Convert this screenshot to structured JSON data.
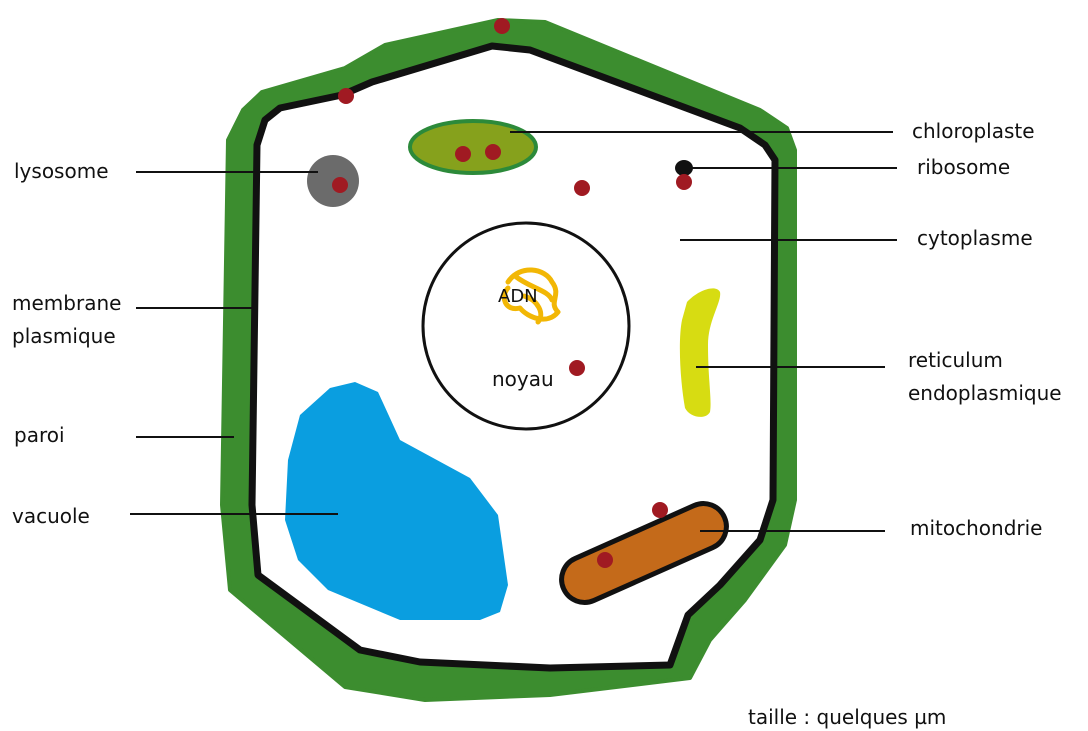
{
  "labels": {
    "lysosome": "lysosome",
    "membrane_line1": "membrane",
    "membrane_line2": "plasmique",
    "paroi": "paroi",
    "vacuole": "vacuole",
    "chloroplaste": "chloroplaste",
    "ribosome": "ribosome",
    "cytoplasme": "cytoplasme",
    "reticulum_line1": "reticulum",
    "reticulum_line2": "endoplasmique",
    "mitochondrie": "mitochondrie",
    "noyau": "noyau",
    "adn": "ADN",
    "taille": "taille : quelques µm"
  },
  "colors": {
    "cell_wall": "#3c8d2f",
    "membrane": "#111111",
    "cytoplasm": "#ffffff",
    "chloroplast_fill": "#86a11c",
    "chloroplast_border": "#2c8a3a",
    "lysosome": "#6b6b6b",
    "ribosome": "#a01a22",
    "vacuole": "#0a9ee0",
    "reticulum": "#d7dc12",
    "mitochondria": "#c46a1a",
    "dna": "#f2b705"
  }
}
